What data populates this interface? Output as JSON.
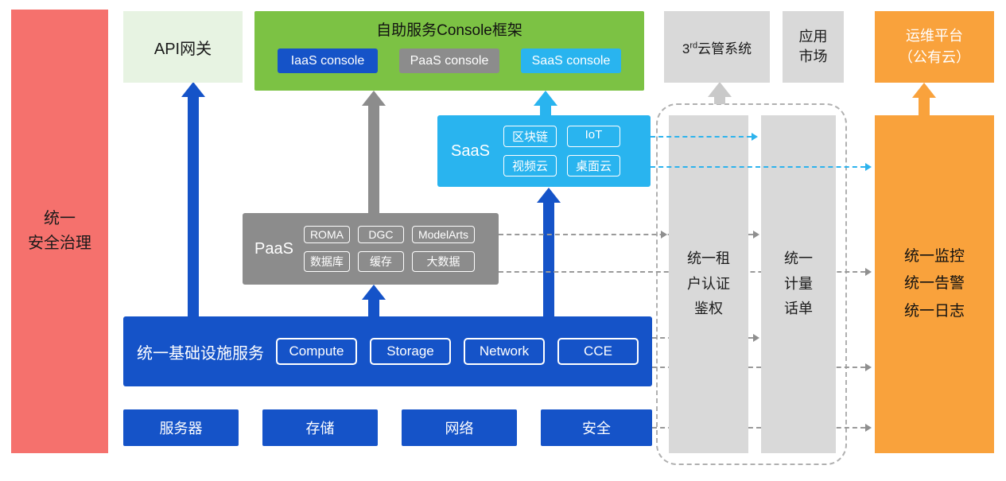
{
  "left_bar": {
    "label": "统一\n安全治理"
  },
  "api_gateway": {
    "label": "API网关"
  },
  "console_frame": {
    "title": "自助服务Console框架",
    "buttons": [
      {
        "label": "IaaS console",
        "color": "#1553c8"
      },
      {
        "label": "PaaS console",
        "color": "#8c8c8c"
      },
      {
        "label": "SaaS console",
        "color": "#29b4ef"
      }
    ]
  },
  "third_party_cloud": {
    "prefix": "3",
    "superscript": "rd",
    "suffix": "云管系统"
  },
  "app_market": {
    "label": "应用\n市场"
  },
  "ops_platform": {
    "label": "运维平台\n（公有云）"
  },
  "saas": {
    "label": "SaaS",
    "items": [
      "区块链",
      "IoT",
      "视频云",
      "桌面云"
    ]
  },
  "paas": {
    "label": "PaaS",
    "items": [
      "ROMA",
      "DGC",
      "ModelArts",
      "数据库",
      "缓存",
      "大数据"
    ]
  },
  "iaas": {
    "label": "统一基础设施服务",
    "items": [
      "Compute",
      "Storage",
      "Network",
      "CCE"
    ]
  },
  "hardware": {
    "items": [
      "服务器",
      "存储",
      "网络",
      "安全"
    ]
  },
  "auth_bar": {
    "label": "统一租\n户认证\n鉴权"
  },
  "metering_bar": {
    "label": "统一\n计量\n话单"
  },
  "monitor_bar": {
    "label": "统一监控\n统一告警\n统一日志"
  },
  "colors": {
    "blue": "#1553c8",
    "cyan": "#29b4ef",
    "green": "#7cc244",
    "light_green": "#e7f3e2",
    "gray": "#8c8c8c",
    "light_gray": "#d9d9d9",
    "orange": "#f9a23c",
    "salmon": "#f5716d"
  }
}
